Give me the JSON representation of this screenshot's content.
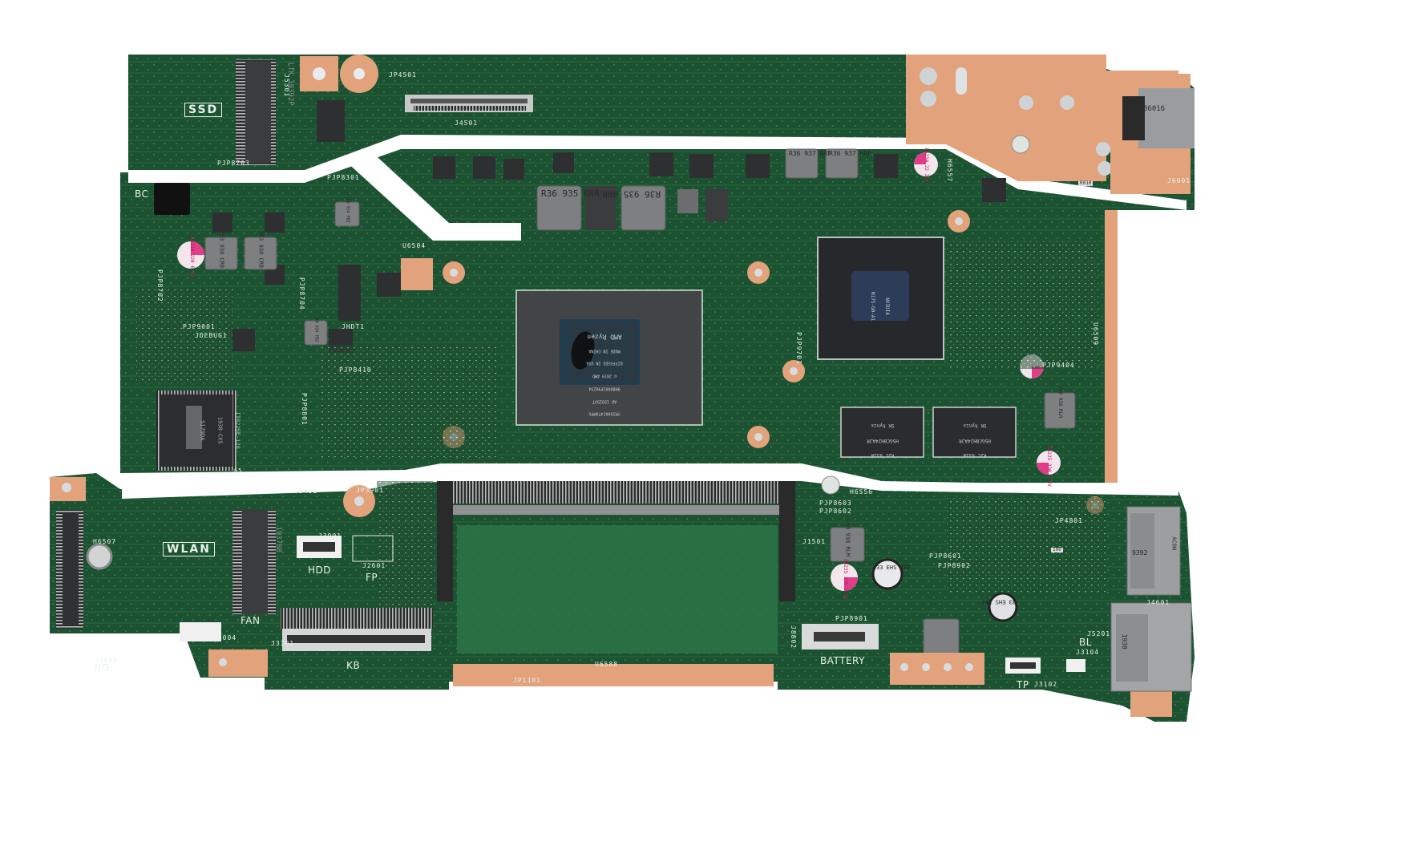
{
  "image": {
    "subject": "Laptop motherboard (PCB), top view on white background",
    "board_color": "#1f5a36",
    "trace_color": "#2f7a4a",
    "copper_color": "#e2a27b",
    "background": "#ffffff"
  },
  "silkscreen": {
    "ssd": "SSD",
    "wlan": "WLAN",
    "hdd": "HDD",
    "fp": "FP",
    "fan": "FAN",
    "kb": "KB",
    "io": "I/O",
    "battery": "BATTERY",
    "bl": "BL",
    "tp": "TP",
    "bc": "BC",
    "refs": {
      "jp4501": "JP4501",
      "j4501": "J4501",
      "j5301": "J5301",
      "pjp8703": "PJP8703",
      "pjp8301": "PJP8301",
      "pjp8702": "PJP8702",
      "pjp9001": "PJP9001",
      "pjp8704": "PJP8704",
      "jdebug1": "JDEBUG1",
      "jhdt1": "JHDT1",
      "pjp8410": "PJP8410",
      "pjp8801": "PJP8801",
      "u6504": "U6504",
      "pjp9701": "PJP9701",
      "pjp9404": "PJP9404",
      "u6509": "U6509",
      "h6557": "H6557",
      "j6001": "J6001",
      "h6507": "H6507",
      "j4001": "J4001",
      "j5401": "J5401",
      "jp3901": "JP3901",
      "j3901": "J3901",
      "j2601": "J2601",
      "j5004": "J5004",
      "j3101": "J3101",
      "j1501": "J1501",
      "jp1101": "JP1101",
      "u6588": "U6588",
      "h6556": "H6556",
      "pjp8603": "PJP8603",
      "pjp8602": "PJP8602",
      "pjp8601": "PJP8601",
      "pjp8902": "PJP8902",
      "pjp8901": "PJP8901",
      "j8802": "J8802",
      "jp4801": "JP4801",
      "j4601": "J4601",
      "j5201": "J5201",
      "j3104": "J3104",
      "j3102": "J3102"
    }
  },
  "components": {
    "cpu": {
      "brand": "AMD Ryzen",
      "line1": "YM3500C4T4MFG",
      "line2": "AD 1932SUT",
      "line3": "9HB0001F90234",
      "line4": "© 2019 AMD",
      "line5": "DIFFUSED IN USA",
      "line6": "MADE IN CHINA"
    },
    "gpu": {
      "brand": "NVIDIA",
      "part": "N17S-G0-A1"
    },
    "vram": [
      {
        "brand": "SK hynix",
        "part": "H5GC8H24AJR",
        "grade": "R2C 933A"
      },
      {
        "brand": "SK hynix",
        "part": "H5GC8H24AJR",
        "grade": "R2C 933A"
      }
    ],
    "ec": {
      "brand": "ITE",
      "part": "IT8225E-128",
      "line2": "1930-CXS",
      "line3": "S179DA",
      "pin_a": "33",
      "pin_b": "65"
    },
    "m2_ssd": {
      "marking": "LTK 19392P"
    },
    "m2_wlan": {
      "marking": "19378B"
    },
    "inductors": [
      "R36 935 RRR",
      "R36 935 RRR",
      "R36 937 RRF",
      "R36 937 RRF",
      "3R3 930 CRB",
      "3R3 930 CRB",
      "1R0 934 PB2",
      "1R0 934 PB2",
      "1R0 938 RLM",
      "1R0 938 RLM"
    ],
    "caps": [
      "EA234 220 6.3V",
      "EA234 22 25V",
      "EA235 330 2.5V",
      "EA235 330 2.5V",
      "33 EHS 289",
      "33 EHS 289"
    ],
    "audio_jack": "06016",
    "usb_c": {
      "line1": "ACON",
      "line2": "9392"
    },
    "usb_a": "1938",
    "resistor_100": "100",
    "resistor_r010": "R010"
  }
}
